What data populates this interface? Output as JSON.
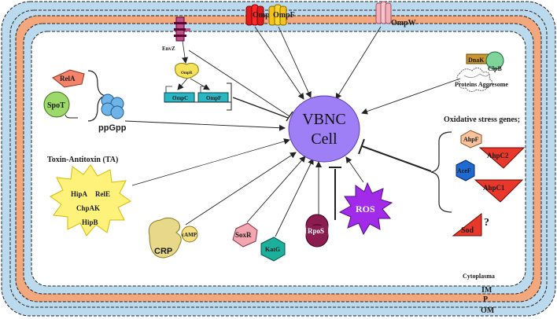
{
  "membranes": {
    "outer": "OM",
    "peptidoglycan": "P",
    "inner": "IM",
    "cytoplasm": "Cytoplasma"
  },
  "center": {
    "line1": "VBNC",
    "line2": "Cell"
  },
  "porins": {
    "ompc": "OmpC",
    "ompf": "OmpF",
    "ompw": "OmpW"
  },
  "envz": {
    "sensor": "EnvZ",
    "regulator": "OmpR",
    "gene_c": "OmpC",
    "gene_f": "OmpF"
  },
  "stringent": {
    "rela": "RelA",
    "spot": "SpoT",
    "ppgpp": "ppGpp"
  },
  "ta": {
    "title": "Toxin-Antitoxin (TA)",
    "hipa": "HipA",
    "rele": "RelE",
    "chpak": "ChpAK",
    "hipb": "HipB"
  },
  "factors": {
    "crp": "CRP",
    "camp": "cAMP",
    "soxr": "SoxR",
    "katg": "KatG",
    "rpos": "RpoS",
    "ros": "ROS"
  },
  "aggresome": {
    "dnak": "DnaK",
    "clpb": "ClpB",
    "label": "Proteins Aggresome"
  },
  "oxidative": {
    "title": "Oxidative stress genes;",
    "ahpf": "AhpF",
    "ahpc2": "AhpC2",
    "acef": "AceF",
    "ahpc1": "AhpC1",
    "sod": "Sod",
    "question": "?"
  },
  "colors": {
    "outer_membrane": "#bcdaee",
    "peptidoglycan": "#f2a77d",
    "vbnc": "#9f7ff5",
    "ros": "#a12be8",
    "rpos": "#8a1c4f",
    "ta": "#fff27a",
    "red": "#e8372b"
  }
}
